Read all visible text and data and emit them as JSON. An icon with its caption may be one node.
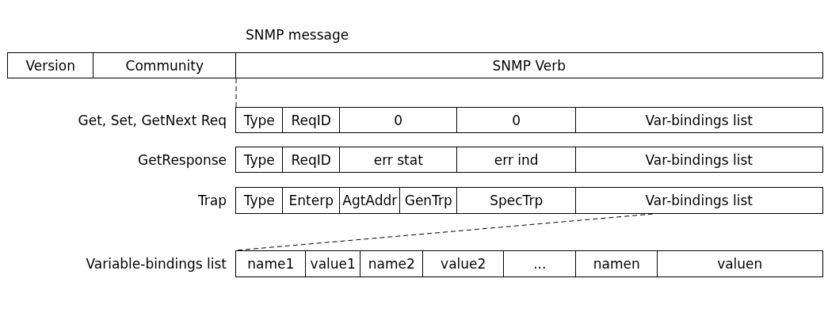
{
  "diagram": {
    "title": "SNMP message",
    "nodes": [
      {
        "text": [
          "Version"
        ]
      },
      {
        "text": [
          "Community"
        ]
      },
      {
        "text": [
          "SNMP Verb"
        ]
      },
      {
        "text": [
          "Type"
        ]
      },
      {
        "text": [
          "ReqID"
        ]
      },
      {
        "text": [
          "0"
        ]
      },
      {
        "text": [
          "0"
        ]
      },
      {
        "text": [
          "Var-bindings list"
        ]
      },
      {
        "text": [
          "Type"
        ]
      },
      {
        "text": [
          "ReqID"
        ]
      },
      {
        "text": [
          "err stat"
        ]
      },
      {
        "text": [
          "err ind"
        ]
      },
      {
        "text": [
          "Var-bindings list"
        ]
      },
      {
        "text": [
          "Type"
        ]
      },
      {
        "text": [
          "Enterp"
        ]
      },
      {
        "text": [
          "AgtAddr"
        ]
      },
      {
        "text": [
          "GenTrp"
        ]
      },
      {
        "text": [
          "SpecTrp"
        ]
      },
      {
        "text": [
          "Var-bindings list"
        ]
      },
      {
        "text": [
          "name1"
        ]
      },
      {
        "text": [
          "value1"
        ]
      },
      {
        "text": [
          "name2"
        ]
      },
      {
        "text": [
          "value2"
        ]
      },
      {
        "text": [
          "..."
        ]
      },
      {
        "text": [
          "namen"
        ]
      },
      {
        "text": [
          "valuen"
        ]
      }
    ],
    "edges": [
      {
        "from": 2,
        "to": 3,
        "arrow": "none",
        "style": "dashed"
      },
      {
        "from": 18,
        "to": 19,
        "arrow": "none",
        "style": "dashed"
      }
    ],
    "labels": [
      "Get, Set, GetNext Req",
      "GetResponse",
      "Trap",
      "Variable-bindings list"
    ]
  }
}
